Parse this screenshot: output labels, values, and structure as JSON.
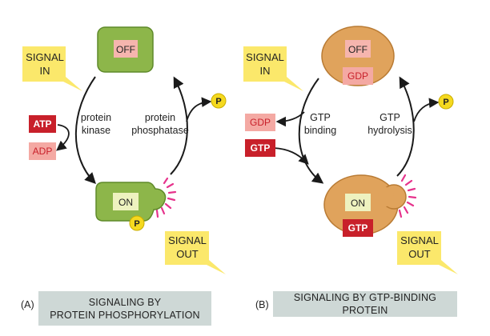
{
  "colors": {
    "green_fill": "#8db64a",
    "green_stroke": "#5f8a2a",
    "tan_fill": "#e0a35c",
    "tan_stroke": "#b97b34",
    "off_box": "#f6b5ae",
    "on_box": "#eef2bf",
    "red_box": "#c8202a",
    "pink_box": "#f4a9a3",
    "signal_yellow": "#fbe86b",
    "phosphate_yellow": "#f5d91f",
    "magenta_burst": "#e6338c",
    "caption_bg": "#ced8d6"
  },
  "panel_a": {
    "letter": "(A)",
    "off_label": "OFF",
    "on_label": "ON",
    "signal_in_line1": "SIGNAL",
    "signal_in_line2": "IN",
    "signal_out_line1": "SIGNAL",
    "signal_out_line2": "OUT",
    "atp_label": "ATP",
    "adp_label": "ADP",
    "kinase_line1": "protein",
    "kinase_line2": "kinase",
    "phosphatase_line1": "protein",
    "phosphatase_line2": "phosphatase",
    "phosphate_label": "P",
    "bound_phosphate_label": "P",
    "caption_line1": "SIGNALING BY",
    "caption_line2": "PROTEIN PHOSPHORYLATION"
  },
  "panel_b": {
    "letter": "(B)",
    "off_label": "OFF",
    "on_label": "ON",
    "gdp_on_off_label": "GDP",
    "gtp_on_on_label": "GTP",
    "signal_in_line1": "SIGNAL",
    "signal_in_line2": "IN",
    "signal_out_line1": "SIGNAL",
    "signal_out_line2": "OUT",
    "gdp_left_label": "GDP",
    "gtp_left_label": "GTP",
    "binding_line1": "GTP",
    "binding_line2": "binding",
    "hydrolysis_line1": "GTP",
    "hydrolysis_line2": "hydrolysis",
    "phosphate_label": "P",
    "caption": "SIGNALING BY GTP-BINDING PROTEIN"
  }
}
